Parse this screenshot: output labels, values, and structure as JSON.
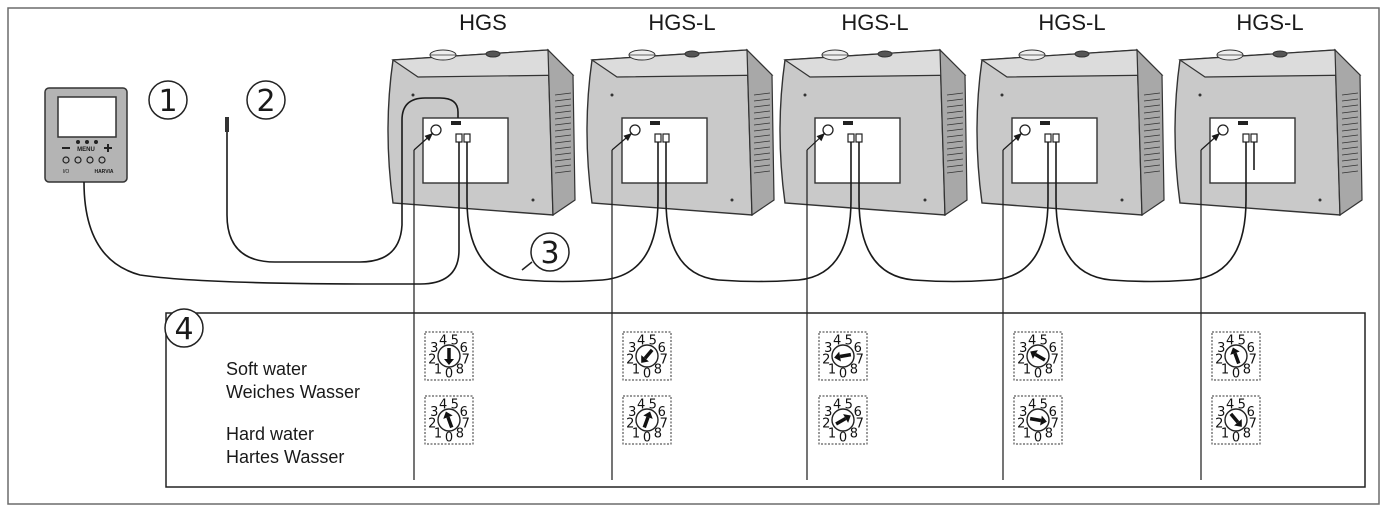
{
  "units": [
    {
      "label": "HGS",
      "soft": 0,
      "hard": 4
    },
    {
      "label": "HGS-L",
      "soft": 1,
      "hard": 5
    },
    {
      "label": "HGS-L",
      "soft": 2,
      "hard": 6
    },
    {
      "label": "HGS-L",
      "soft": 3,
      "hard": 7
    },
    {
      "label": "HGS-L",
      "soft": 4,
      "hard": 8
    }
  ],
  "callouts": [
    "1",
    "2",
    "3",
    "4"
  ],
  "rows": {
    "soft": [
      "Soft water",
      "Weiches Wasser"
    ],
    "hard": [
      "Hard water",
      "Hartes Wasser"
    ]
  },
  "panel": {
    "menu": "MENU",
    "brand": "HARVIA",
    "io": "I/O"
  },
  "dial_digits": [
    "0",
    "1",
    "2",
    "3",
    "4",
    "5",
    "6",
    "7",
    "8"
  ],
  "colors": {
    "line": "#1a1a1a",
    "unit_fill": "#c9c9c9",
    "unit_side": "#a8a8a8",
    "frame": "#6b6b6b"
  }
}
